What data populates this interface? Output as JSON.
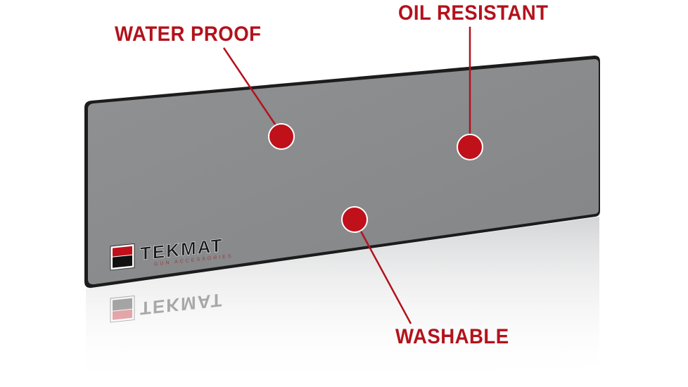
{
  "features": [
    {
      "label": "WATER PROOF"
    },
    {
      "label": "OIL RESISTANT"
    },
    {
      "label": "WASHABLE"
    }
  ],
  "logo": {
    "brand": "TEKMAT",
    "tagline": "GUN ACCESSORIES"
  },
  "colors": {
    "accent": "#b3121c",
    "mat": "#8a8c8e",
    "edge": "#1a1a1a"
  }
}
